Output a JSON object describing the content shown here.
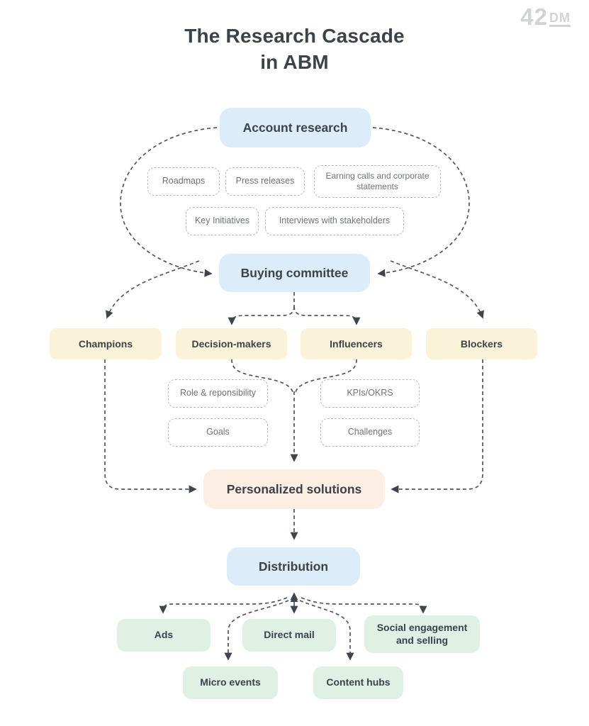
{
  "logo": {
    "large": "42",
    "small": "DM"
  },
  "title": {
    "line1": "The Research Cascade",
    "line2": "in ABM"
  },
  "nodes": {
    "account_research": "Account research",
    "buying_committee": "Buying committee",
    "personalized_solutions": "Personalized solutions",
    "distribution": "Distribution"
  },
  "research_sources": [
    "Roadmaps",
    "Press releases",
    "Earning calls and corporate statements",
    "Key Initiatives",
    "Interviews with stakeholders"
  ],
  "committee_roles": [
    "Champions",
    "Decision-makers",
    "Influencers",
    "Blockers"
  ],
  "role_details": [
    "Role & reponsibility",
    "KPIs/OKRS",
    "Goals",
    "Challenges"
  ],
  "channels": [
    "Ads",
    "Direct mail",
    "Social engagement and selling",
    "Micro events",
    "Content hubs"
  ],
  "colors": {
    "blue": "#dcecf8",
    "yellow": "#faf3da",
    "peach": "#fdeee3",
    "green": "#dff0e4",
    "text_dark": "#3c424a",
    "text_muted": "#6e737a",
    "connector": "#4f555c",
    "logo_gray": "#d2d3d5"
  }
}
